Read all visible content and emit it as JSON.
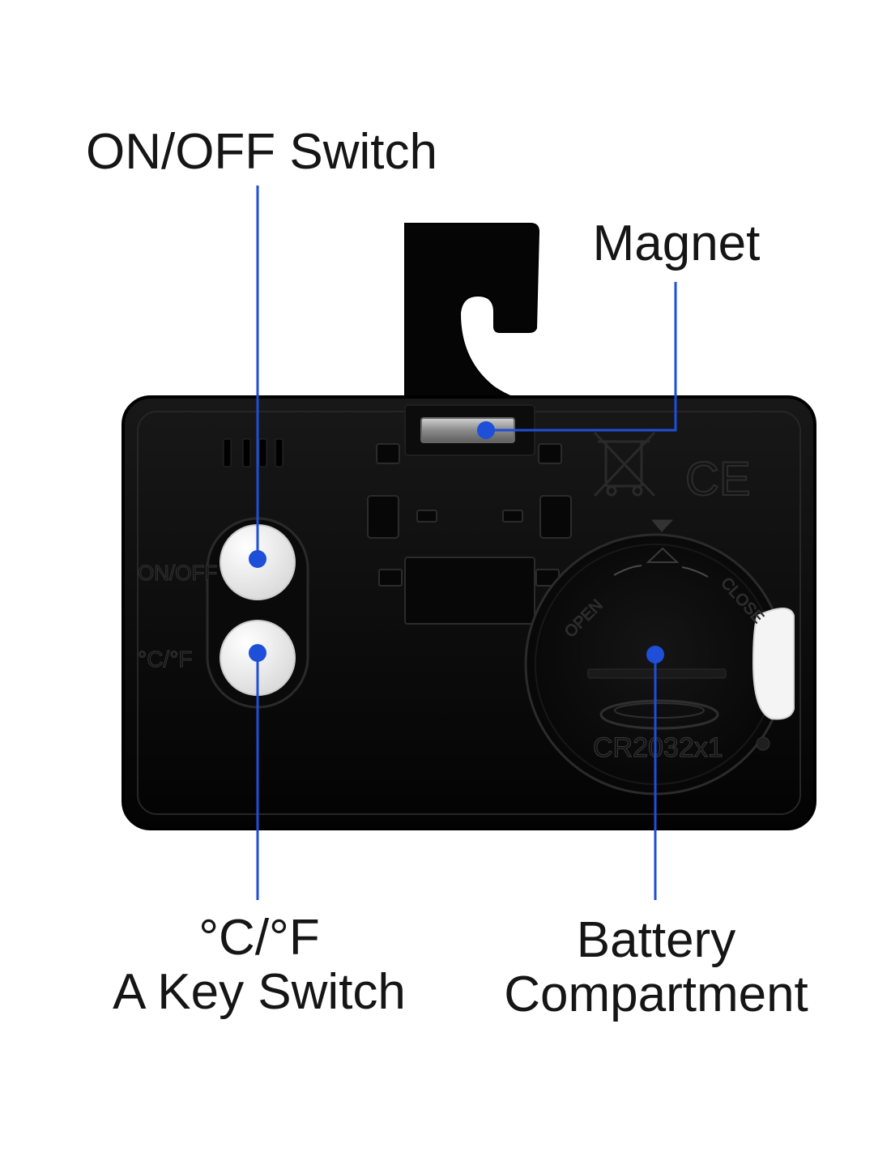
{
  "labels": {
    "onoff_switch": "ON/OFF Switch",
    "magnet": "Magnet",
    "ckey_line1": "°C/°F",
    "ckey_line2": "A Key Switch",
    "battery_line1": "Battery",
    "battery_line2": "Compartment"
  },
  "device_markings": {
    "onoff_text": "ON/OFF",
    "cf_text": "°C/°F",
    "battery_text": "CR2032x1",
    "open_text": "OPEN",
    "close_text": "CLOSE",
    "ce_text": "CE"
  },
  "colors": {
    "callout": "#1e4fd8",
    "device_black": "#080808",
    "button_white": "#f2f2f2",
    "magnet_silver": "#8f8f8f"
  },
  "icons": {
    "recycle_bin": "crossed-out-bin-icon",
    "battery_arrow": "triangle-arrow-icon"
  }
}
